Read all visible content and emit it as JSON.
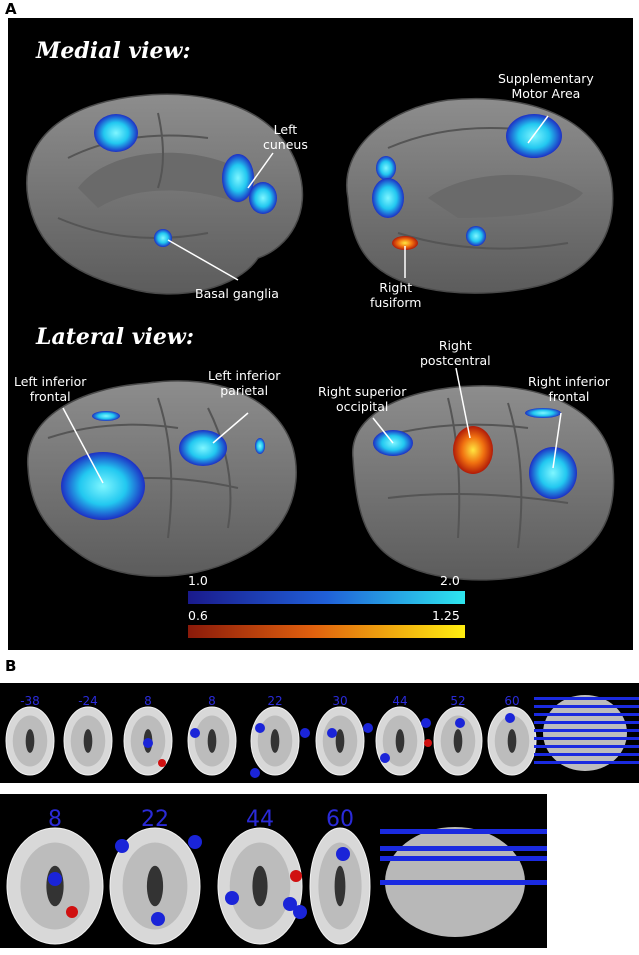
{
  "panel_a": {
    "letter": "A",
    "medial_title": "Medial view:",
    "lateral_title": "Lateral view:",
    "labels": {
      "left_cuneus": "Left\ncuneus",
      "sma": "Supplementary\nMotor Area",
      "basal_ganglia": "Basal ganglia",
      "right_fusiform": "Right\nfusiform",
      "left_inf_frontal": "Left inferior\nfrontal",
      "left_inf_parietal": "Left inferior\nparietal",
      "right_sup_occipital": "Right superior\noccipital",
      "right_postcentral": "Right\npostcentral",
      "right_inf_frontal": "Right inferior\nfrontal"
    },
    "colorbar_blue": {
      "min": "1.0",
      "max": "2.0",
      "from": "#1a1a8c",
      "to": "#2ee6ee"
    },
    "colorbar_red": {
      "min": "0.6",
      "max": "1.25",
      "from": "#8a1a0a",
      "to": "#ffee10"
    }
  },
  "panel_b": {
    "letter": "B",
    "row1_slices": [
      "-38",
      "-24",
      "8",
      "8",
      "22",
      "30",
      "44",
      "52",
      "60"
    ],
    "row2_slices": [
      "8",
      "22",
      "44",
      "60"
    ]
  }
}
